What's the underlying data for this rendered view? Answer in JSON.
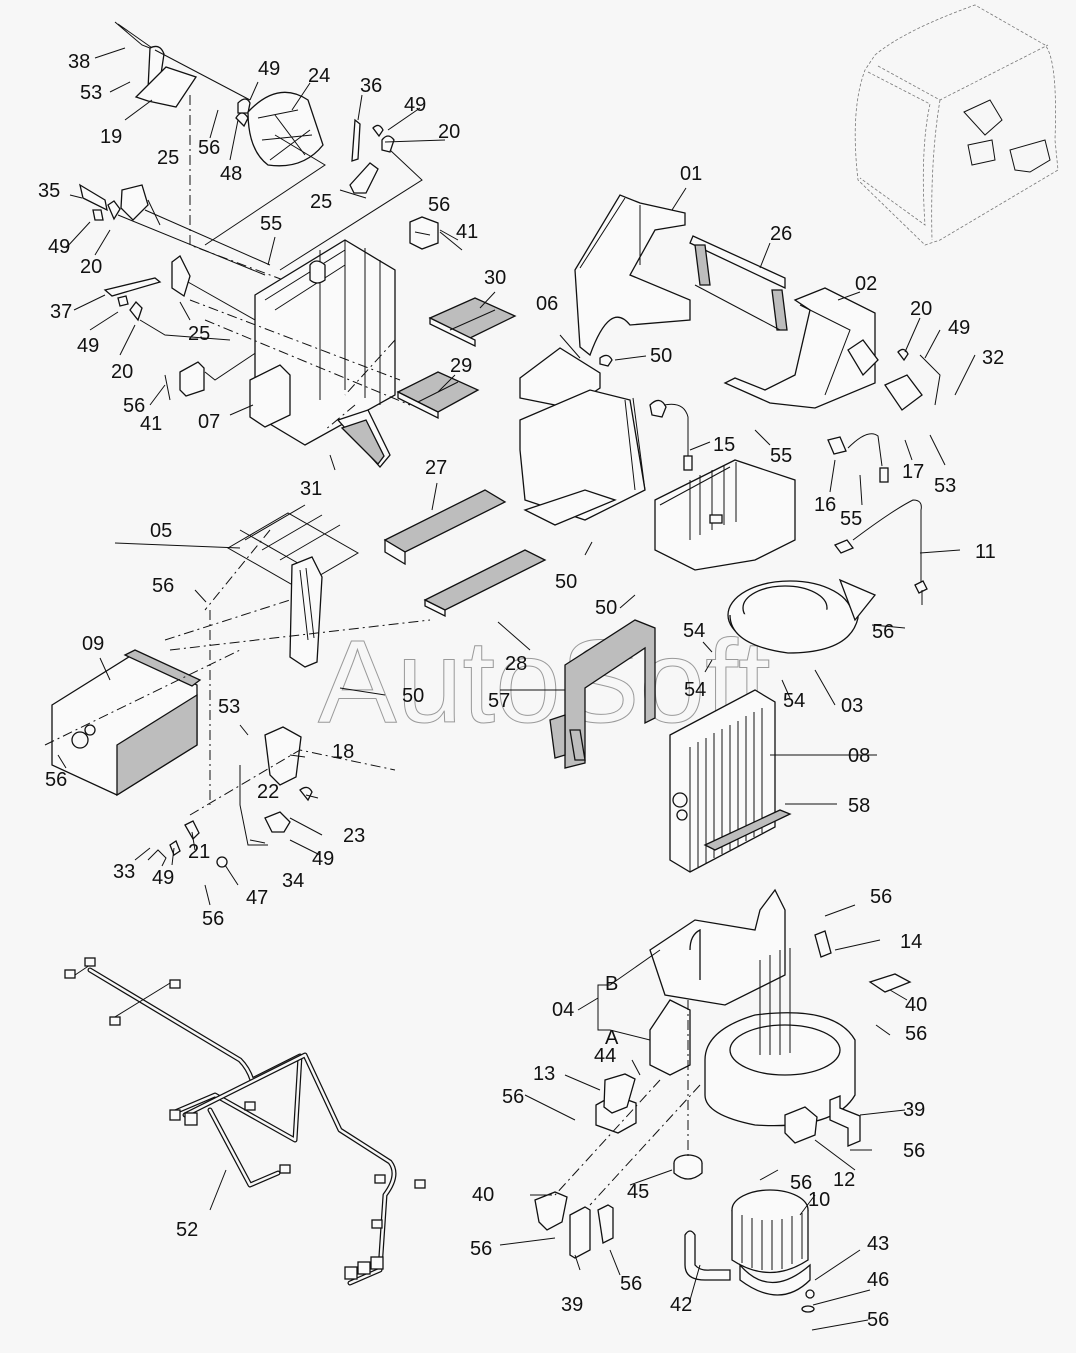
{
  "diagram": {
    "type": "exploded-parts-diagram",
    "subject": "Cab air conditioner unit",
    "watermark": "AutoSoft",
    "assembly_04_branches": [
      "B",
      "A"
    ],
    "callouts": [
      {
        "id": "c1",
        "label": "38"
      },
      {
        "id": "c2",
        "label": "53"
      },
      {
        "id": "c3",
        "label": "19"
      },
      {
        "id": "c4",
        "label": "49"
      },
      {
        "id": "c5",
        "label": "24"
      },
      {
        "id": "c6",
        "label": "56"
      },
      {
        "id": "c7",
        "label": "48"
      },
      {
        "id": "c8",
        "label": "36"
      },
      {
        "id": "c9",
        "label": "49"
      },
      {
        "id": "c10",
        "label": "20"
      },
      {
        "id": "c11",
        "label": "25"
      },
      {
        "id": "c12",
        "label": "35"
      },
      {
        "id": "c13",
        "label": "49"
      },
      {
        "id": "c14",
        "label": "20"
      },
      {
        "id": "c15",
        "label": "25"
      },
      {
        "id": "c16",
        "label": "55"
      },
      {
        "id": "c17",
        "label": "56"
      },
      {
        "id": "c18",
        "label": "41"
      },
      {
        "id": "c19",
        "label": "37"
      },
      {
        "id": "c20",
        "label": "49"
      },
      {
        "id": "c21",
        "label": "25"
      },
      {
        "id": "c22",
        "label": "20"
      },
      {
        "id": "c23",
        "label": "30"
      },
      {
        "id": "c24",
        "label": "56"
      },
      {
        "id": "c25",
        "label": "41"
      },
      {
        "id": "c26",
        "label": "07"
      },
      {
        "id": "c27",
        "label": "29"
      },
      {
        "id": "c28",
        "label": "31"
      },
      {
        "id": "c29",
        "label": "01"
      },
      {
        "id": "c30",
        "label": "26"
      },
      {
        "id": "c31",
        "label": "02"
      },
      {
        "id": "c32",
        "label": "06"
      },
      {
        "id": "c33",
        "label": "50"
      },
      {
        "id": "c34",
        "label": "20"
      },
      {
        "id": "c35",
        "label": "49"
      },
      {
        "id": "c36",
        "label": "32"
      },
      {
        "id": "c37",
        "label": "15"
      },
      {
        "id": "c38",
        "label": "55"
      },
      {
        "id": "c39",
        "label": "17"
      },
      {
        "id": "c40",
        "label": "53"
      },
      {
        "id": "c41",
        "label": "16"
      },
      {
        "id": "c42",
        "label": "55"
      },
      {
        "id": "c43",
        "label": "27"
      },
      {
        "id": "c44",
        "label": "05"
      },
      {
        "id": "c45",
        "label": "11"
      },
      {
        "id": "c46",
        "label": "56"
      },
      {
        "id": "c47",
        "label": "50"
      },
      {
        "id": "c48",
        "label": "50"
      },
      {
        "id": "c49",
        "label": "56"
      },
      {
        "id": "c50",
        "label": "54"
      },
      {
        "id": "c51",
        "label": "28"
      },
      {
        "id": "c52",
        "label": "09"
      },
      {
        "id": "c53",
        "label": "54"
      },
      {
        "id": "c54",
        "label": "54"
      },
      {
        "id": "c55",
        "label": "03"
      },
      {
        "id": "c56",
        "label": "50"
      },
      {
        "id": "c57",
        "label": "57"
      },
      {
        "id": "c58",
        "label": "53"
      },
      {
        "id": "c59",
        "label": "18"
      },
      {
        "id": "c60",
        "label": "56"
      },
      {
        "id": "c61",
        "label": "08"
      },
      {
        "id": "c62",
        "label": "22"
      },
      {
        "id": "c63",
        "label": "23"
      },
      {
        "id": "c64",
        "label": "58"
      },
      {
        "id": "c65",
        "label": "49"
      },
      {
        "id": "c66",
        "label": "33"
      },
      {
        "id": "c67",
        "label": "21"
      },
      {
        "id": "c68",
        "label": "49"
      },
      {
        "id": "c69",
        "label": "34"
      },
      {
        "id": "c70",
        "label": "47"
      },
      {
        "id": "c71",
        "label": "56"
      },
      {
        "id": "c72",
        "label": "56"
      },
      {
        "id": "c73",
        "label": "14"
      },
      {
        "id": "c74",
        "label": "04"
      },
      {
        "id": "c75",
        "label": "40"
      },
      {
        "id": "c76",
        "label": "56"
      },
      {
        "id": "c77",
        "label": "44"
      },
      {
        "id": "c78",
        "label": "13"
      },
      {
        "id": "c79",
        "label": "56"
      },
      {
        "id": "c80",
        "label": "39"
      },
      {
        "id": "c81",
        "label": "56"
      },
      {
        "id": "c82",
        "label": "12"
      },
      {
        "id": "c83",
        "label": "56"
      },
      {
        "id": "c84",
        "label": "45"
      },
      {
        "id": "c85",
        "label": "40"
      },
      {
        "id": "c86",
        "label": "10"
      },
      {
        "id": "c87",
        "label": "52"
      },
      {
        "id": "c88",
        "label": "43"
      },
      {
        "id": "c89",
        "label": "56"
      },
      {
        "id": "c90",
        "label": "56"
      },
      {
        "id": "c91",
        "label": "39"
      },
      {
        "id": "c92",
        "label": "42"
      },
      {
        "id": "c93",
        "label": "46"
      },
      {
        "id": "c94",
        "label": "56"
      }
    ]
  }
}
